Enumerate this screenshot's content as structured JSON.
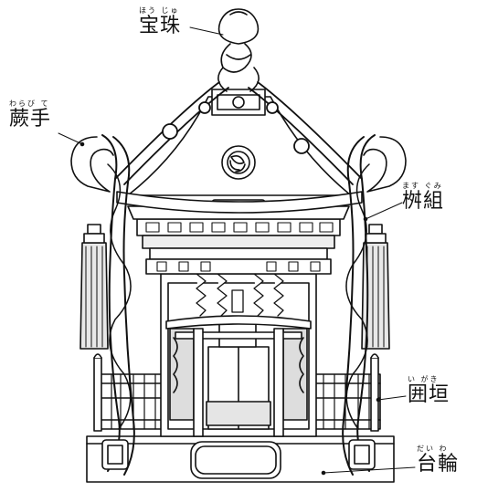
{
  "labels": {
    "houju": {
      "kanji": "宝珠",
      "ruby": "ほう じゅ"
    },
    "warabite": {
      "kanji": "蕨手",
      "ruby": "わらび て"
    },
    "masugumi": {
      "kanji": "桝組",
      "ruby": "ます ぐみ"
    },
    "igaki": {
      "kanji": "囲垣",
      "ruby": "い がき"
    },
    "daiwa": {
      "kanji": "台輪",
      "ruby": "だい わ"
    }
  },
  "colors": {
    "line": "#111111",
    "fill": "#ffffff",
    "dark": "#333333"
  }
}
